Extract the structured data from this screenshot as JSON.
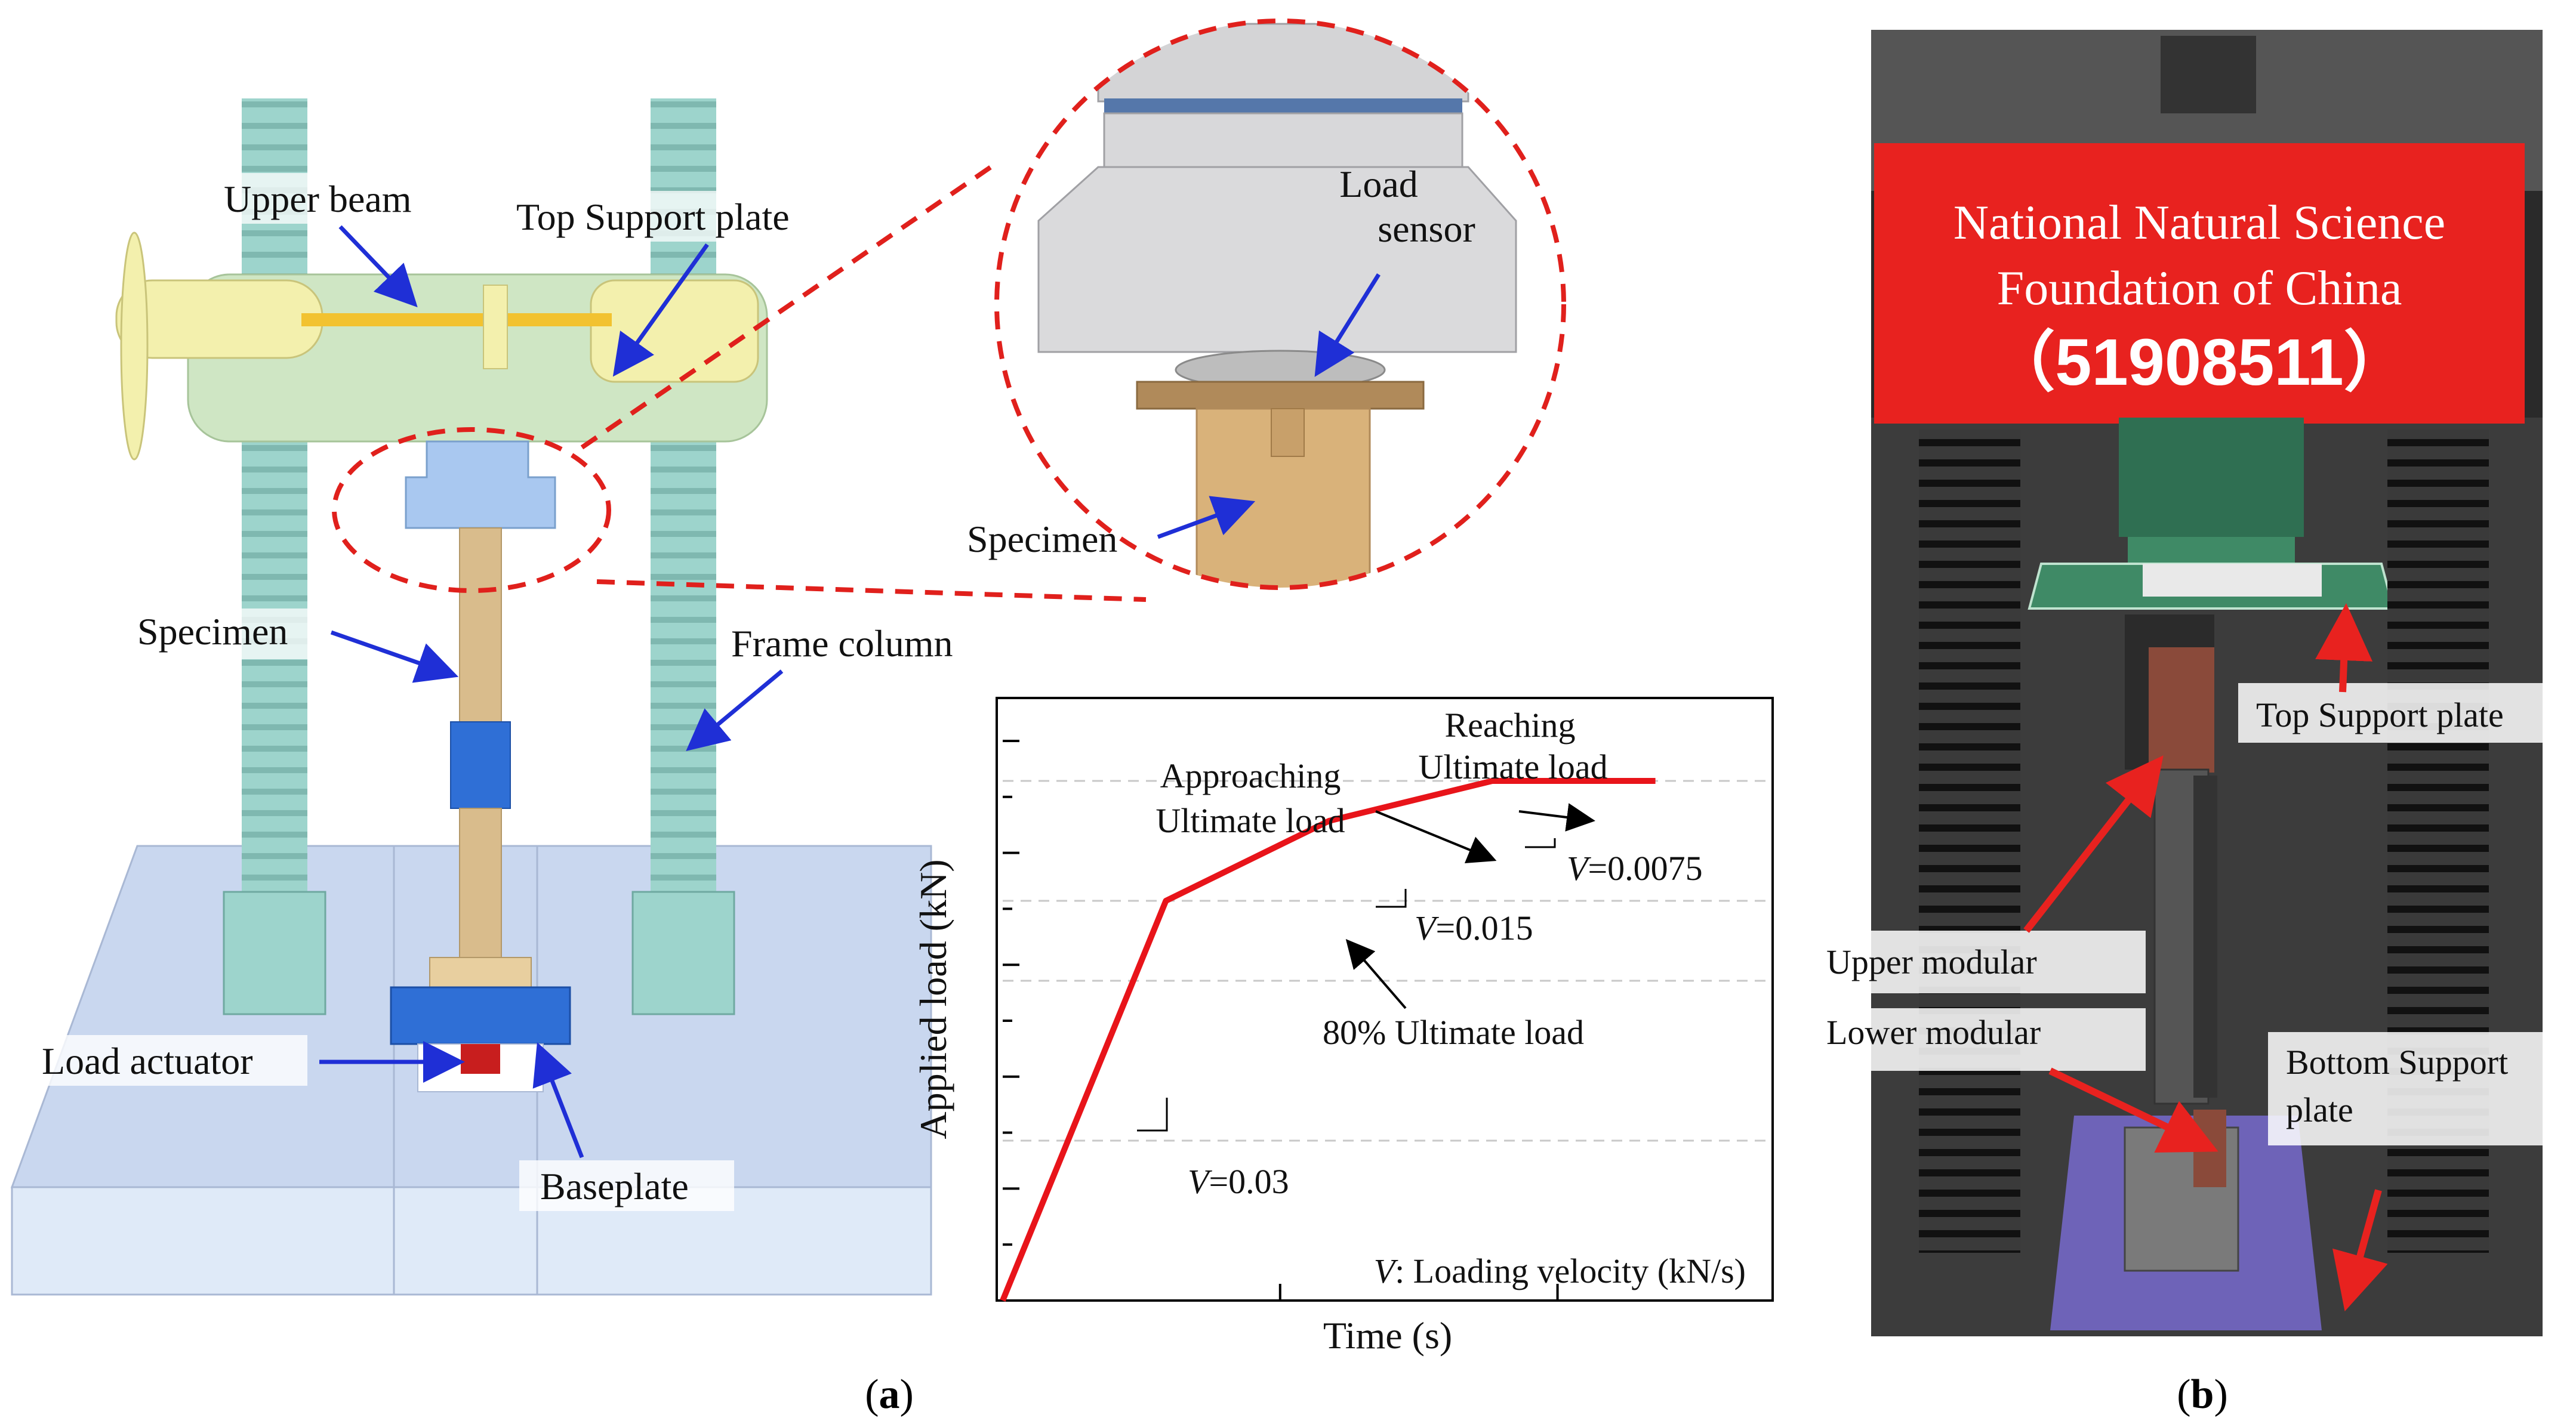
{
  "panel_a": {
    "caption_open": "(",
    "caption_letter": "a",
    "caption_close": ")",
    "labels": {
      "upper_beam": "Upper beam",
      "top_support_plate": "Top Support plate",
      "specimen": "Specimen",
      "frame_column": "Frame column",
      "load_actuator": "Load actuator",
      "baseplate": "Baseplate"
    },
    "zoom": {
      "load_sensor_line1": "Load",
      "load_sensor_line2": "sensor",
      "specimen": "Specimen"
    },
    "colors": {
      "column": "#9dd4cc",
      "beam": "#cfe6c4",
      "beam_end": "#f3f0ad",
      "support_plate": "#a9c8f0",
      "specimen": "#d9bc8c",
      "base_block": "#c9d7ef",
      "actuator": "#c81e1e",
      "baseplate": "#2f6fd6",
      "callout_circle": "#e0201c",
      "arrow": "#1f2fd6"
    }
  },
  "chart_data": {
    "type": "line",
    "xlabel": "Time (s)",
    "ylabel": "Applied load (kN)",
    "series": [
      {
        "values": [
          [
            0,
            0
          ],
          [
            1,
            1
          ],
          [
            2,
            1.2
          ],
          [
            3,
            1.3
          ],
          [
            4,
            1.3
          ]
        ]
      }
    ],
    "annotations": {
      "reaching_line1": "Reaching",
      "reaching_line2": "Ultimate load",
      "approaching_line1": "Approaching",
      "approaching_line2": "Ultimate load",
      "eighty": "80% Ultimate load",
      "v1_var": "V",
      "v1_rest": "=0.03",
      "v2_var": "V",
      "v2_rest": "=0.015",
      "v3_var": "V",
      "v3_rest": "=0.0075",
      "legend_var": "V",
      "legend_rest": ": Loading velocity (kN/s)"
    },
    "grid": "dashed horizontal",
    "line_color": "#e8141a"
  },
  "panel_b": {
    "caption_open": "(",
    "caption_letter": "b",
    "caption_close": ")",
    "banner_line1": "National Natural Science",
    "banner_line2": "Foundation of China",
    "banner_line3": "（51908511）",
    "labels": {
      "top_support_plate": "Top Support plate",
      "upper_modular": "Upper modular",
      "lower_modular": "Lower modular",
      "bottom_support_line1": "Bottom Support",
      "bottom_support_line2": "plate"
    },
    "colors": {
      "banner": "#e8221f",
      "arrow": "#e8221f",
      "green_body": "#2f6f52",
      "pad": "#6e63b8"
    }
  }
}
